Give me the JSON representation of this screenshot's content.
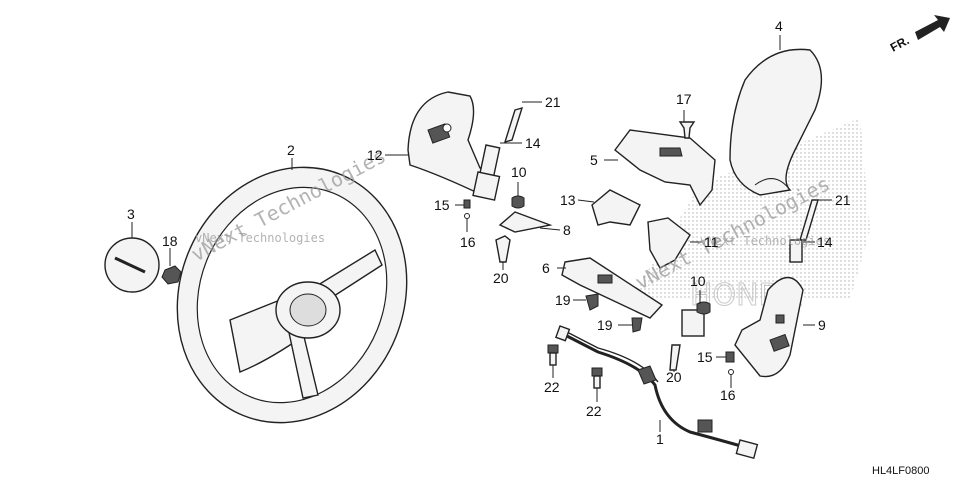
{
  "diagram": {
    "direction_label": "FR.",
    "drawing_code": "HL4LF0800",
    "watermarks": [
      "vNext Technologies",
      "vNext Technologies",
      "vNext Technologies",
      "vNext Technologies"
    ],
    "brand_watermark": "HONDA",
    "callouts": [
      "1",
      "2",
      "3",
      "4",
      "5",
      "6",
      "8",
      "9",
      "10",
      "10",
      "11",
      "12",
      "13",
      "14",
      "14",
      "15",
      "15",
      "16",
      "16",
      "17",
      "18",
      "19",
      "19",
      "20",
      "20",
      "21",
      "21",
      "22",
      "22"
    ]
  }
}
